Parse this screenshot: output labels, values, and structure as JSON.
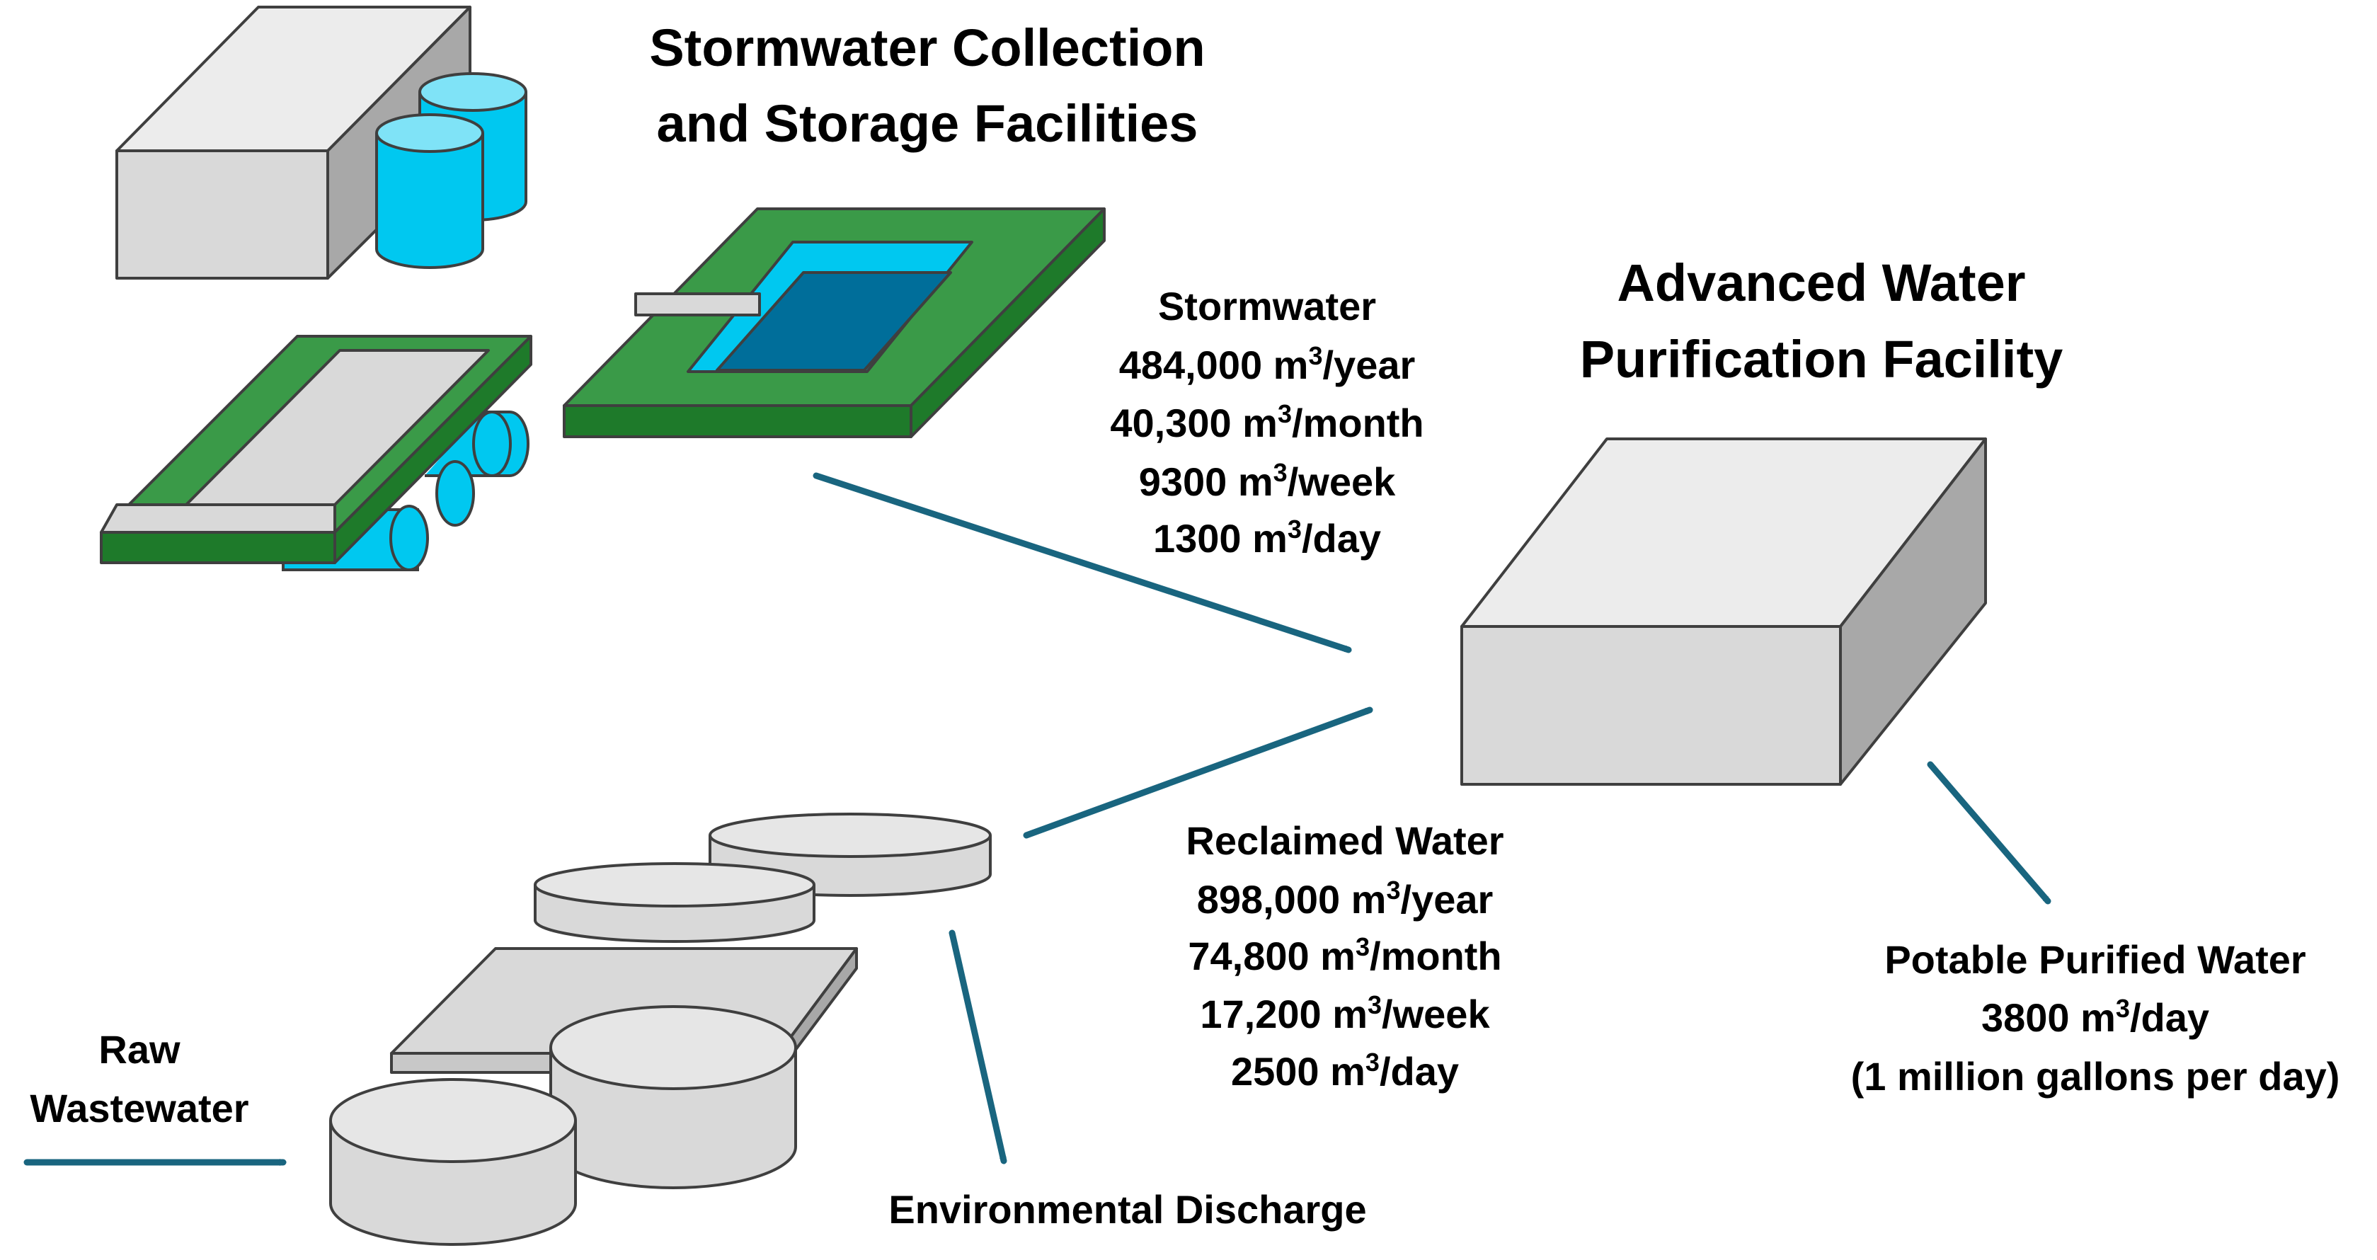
{
  "titles": {
    "stormwater_line1": "Stormwater Collection",
    "stormwater_line2": "and Storage Facilities",
    "awpf_line1": "Advanced Water",
    "awpf_line2": "Purification Facility"
  },
  "stormwater_flow": {
    "name": "Stormwater",
    "year_num": "484,000 m",
    "year_unit": "/year",
    "month_num": "40,300 m",
    "month_unit": "/month",
    "week_num": "9300 m",
    "week_unit": "/week",
    "day_num": "1300 m",
    "day_unit": "/day",
    "sup": "3"
  },
  "reclaimed_flow": {
    "name": "Reclaimed Water",
    "year_num": "898,000 m",
    "year_unit": "/year",
    "month_num": "74,800 m",
    "month_unit": "/month",
    "week_num": "17,200 m",
    "week_unit": "/week",
    "day_num": "2500 m",
    "day_unit": "/day",
    "sup": "3"
  },
  "potable": {
    "line1": "Potable Purified Water",
    "day_num": "3800 m",
    "sup": "3",
    "day_unit": "/day",
    "line3": "(1 million gallons per day)"
  },
  "raw": {
    "line1": "Raw",
    "line2": "Wastewater"
  },
  "discharge": {
    "label": "Environmental Discharge"
  },
  "colors": {
    "arrow": "#19657f",
    "green": "#3a9a48",
    "green_dark": "#1e7a2a",
    "water_light": "#00c8f0",
    "water_dark": "#006e9a",
    "gray": "#d9d9d9",
    "gray_dark": "#a8a8a8"
  }
}
